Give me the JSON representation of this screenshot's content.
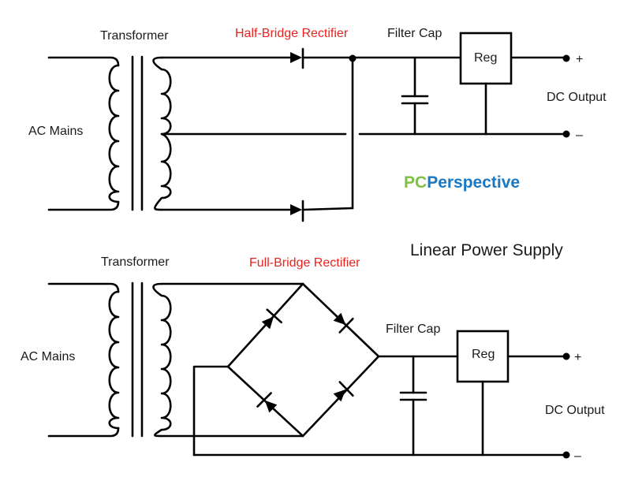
{
  "top": {
    "transformer_label": "Transformer",
    "rectifier_label": "Half-Bridge Rectifier",
    "filter_label": "Filter Cap",
    "regulator_label": "Reg",
    "input_label": "AC Mains",
    "output_label": "DC Output",
    "plus": "+",
    "minus": "–"
  },
  "bottom": {
    "transformer_label": "Transformer",
    "rectifier_label": "Full-Bridge Rectifier",
    "filter_label": "Filter Cap",
    "regulator_label": "Reg",
    "input_label": "AC Mains",
    "output_label": "DC Output",
    "plus": "+",
    "minus": "–"
  },
  "caption": "Linear Power Supply",
  "brand": {
    "part1": "PC",
    "part2": "Perspective",
    "color1": "#7dc142",
    "color2": "#1a78c2"
  },
  "colors": {
    "wire": "#000000",
    "highlight": "#e8231e"
  }
}
